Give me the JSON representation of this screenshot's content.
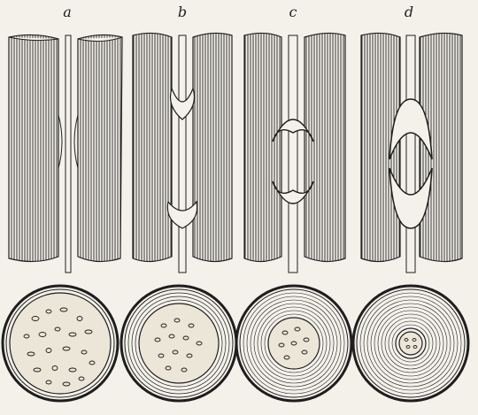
{
  "figure": {
    "panels": [
      {
        "letter": "a",
        "stage": 0
      },
      {
        "letter": "b",
        "stage": 1
      },
      {
        "letter": "c",
        "stage": 2
      },
      {
        "letter": "d",
        "stage": 3
      }
    ],
    "cross_sections": [
      {
        "stage": 0
      },
      {
        "stage": 1
      },
      {
        "stage": 2
      },
      {
        "stage": 3
      }
    ],
    "colors": {
      "ink": "#1e1e1e",
      "paper": "#f4f1ea"
    }
  }
}
